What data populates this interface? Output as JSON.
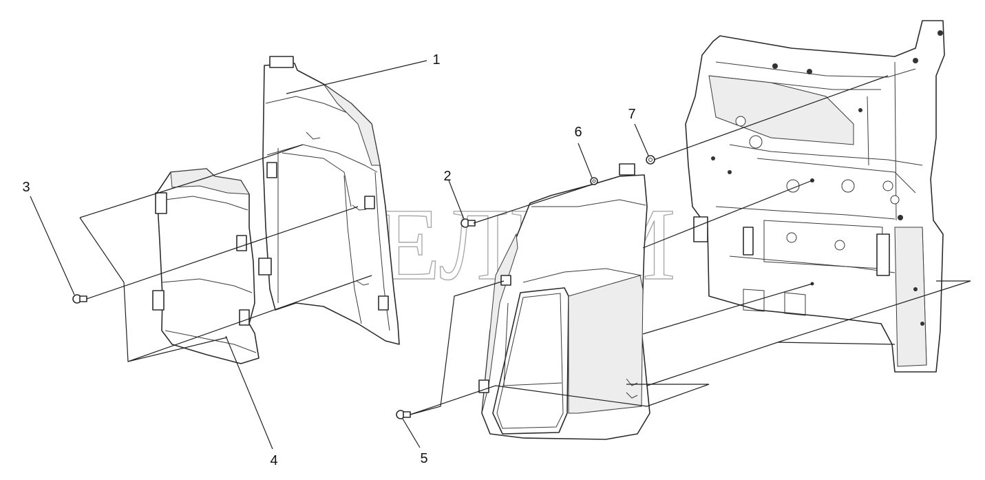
{
  "watermark": "СЕЛИМ",
  "callouts": [
    {
      "id": "1",
      "label": "1"
    },
    {
      "id": "2",
      "label": "2"
    },
    {
      "id": "3",
      "label": "3"
    },
    {
      "id": "4",
      "label": "4"
    },
    {
      "id": "5",
      "label": "5"
    },
    {
      "id": "6",
      "label": "6"
    },
    {
      "id": "7",
      "label": "7"
    }
  ],
  "colors": {
    "line": "#2b2b2b",
    "watermark": "#9a9a9a",
    "background": "#ffffff"
  }
}
